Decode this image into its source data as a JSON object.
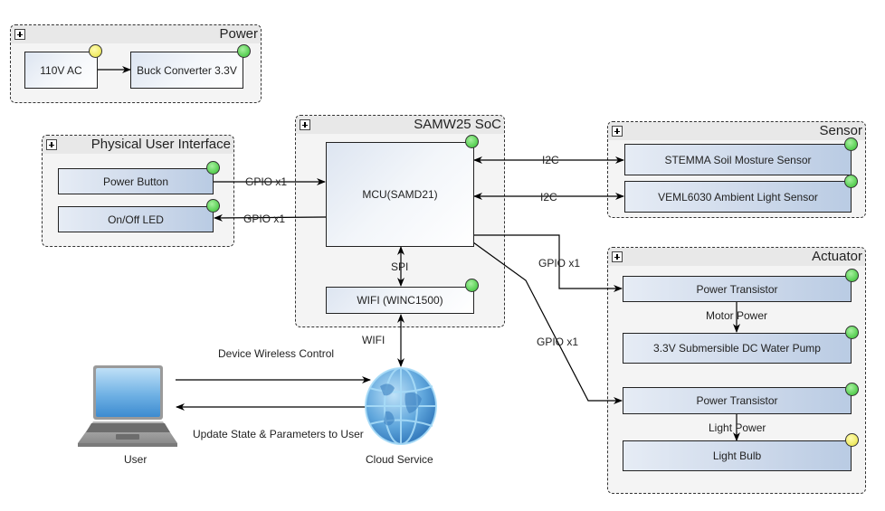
{
  "colors": {
    "status_green": "#5fd35a",
    "status_yellow": "#f1ec6a",
    "node_blue": "#b9cbe3",
    "group_bg": "#f4f4f4"
  },
  "groups": {
    "power": {
      "title": "Power",
      "nodes": [
        {
          "label": "110V AC",
          "status": "yellow"
        },
        {
          "label": "Buck Converter 3.3V",
          "status": "green"
        }
      ]
    },
    "physical_ui": {
      "title": "Physical User Interface",
      "nodes": [
        {
          "label": "Power Button",
          "status": "green"
        },
        {
          "label": "On/Off LED",
          "status": "green"
        }
      ]
    },
    "soc": {
      "title": "SAMW25 SoC",
      "nodes": [
        {
          "label": "MCU(SAMD21)",
          "status": "green"
        },
        {
          "label": "WIFI (WINC1500)",
          "status": "green"
        }
      ]
    },
    "sensor": {
      "title": "Sensor",
      "nodes": [
        {
          "label": "STEMMA Soil Mosture Sensor",
          "status": "green"
        },
        {
          "label": "VEML6030 Ambient Light Sensor",
          "status": "green"
        }
      ]
    },
    "actuator": {
      "title": "Actuator",
      "nodes": [
        {
          "label": "Power Transistor",
          "status": "green"
        },
        {
          "label": "3.3V Submersible DC Water Pump",
          "status": "green"
        },
        {
          "label": "Power Transistor",
          "status": "green"
        },
        {
          "label": "Light Bulb",
          "status": "yellow"
        }
      ]
    }
  },
  "external": {
    "user": {
      "label": "User",
      "icon": "laptop-icon"
    },
    "cloud": {
      "label": "Cloud Service",
      "icon": "globe-icon"
    }
  },
  "connections": {
    "power_button_gpio": "GPIO x1",
    "led_gpio": "GPIO x1",
    "soil_i2c": "I2C",
    "light_i2c": "I2C",
    "spi": "SPI",
    "wifi": "WIFI",
    "pump_gpio": "GPIO x1",
    "light_gpio": "GPIO x1",
    "motor_power": "Motor Power",
    "light_power": "Light Power",
    "device_control": "Device Wireless Control",
    "update_state": "Update State & Parameters to User"
  }
}
